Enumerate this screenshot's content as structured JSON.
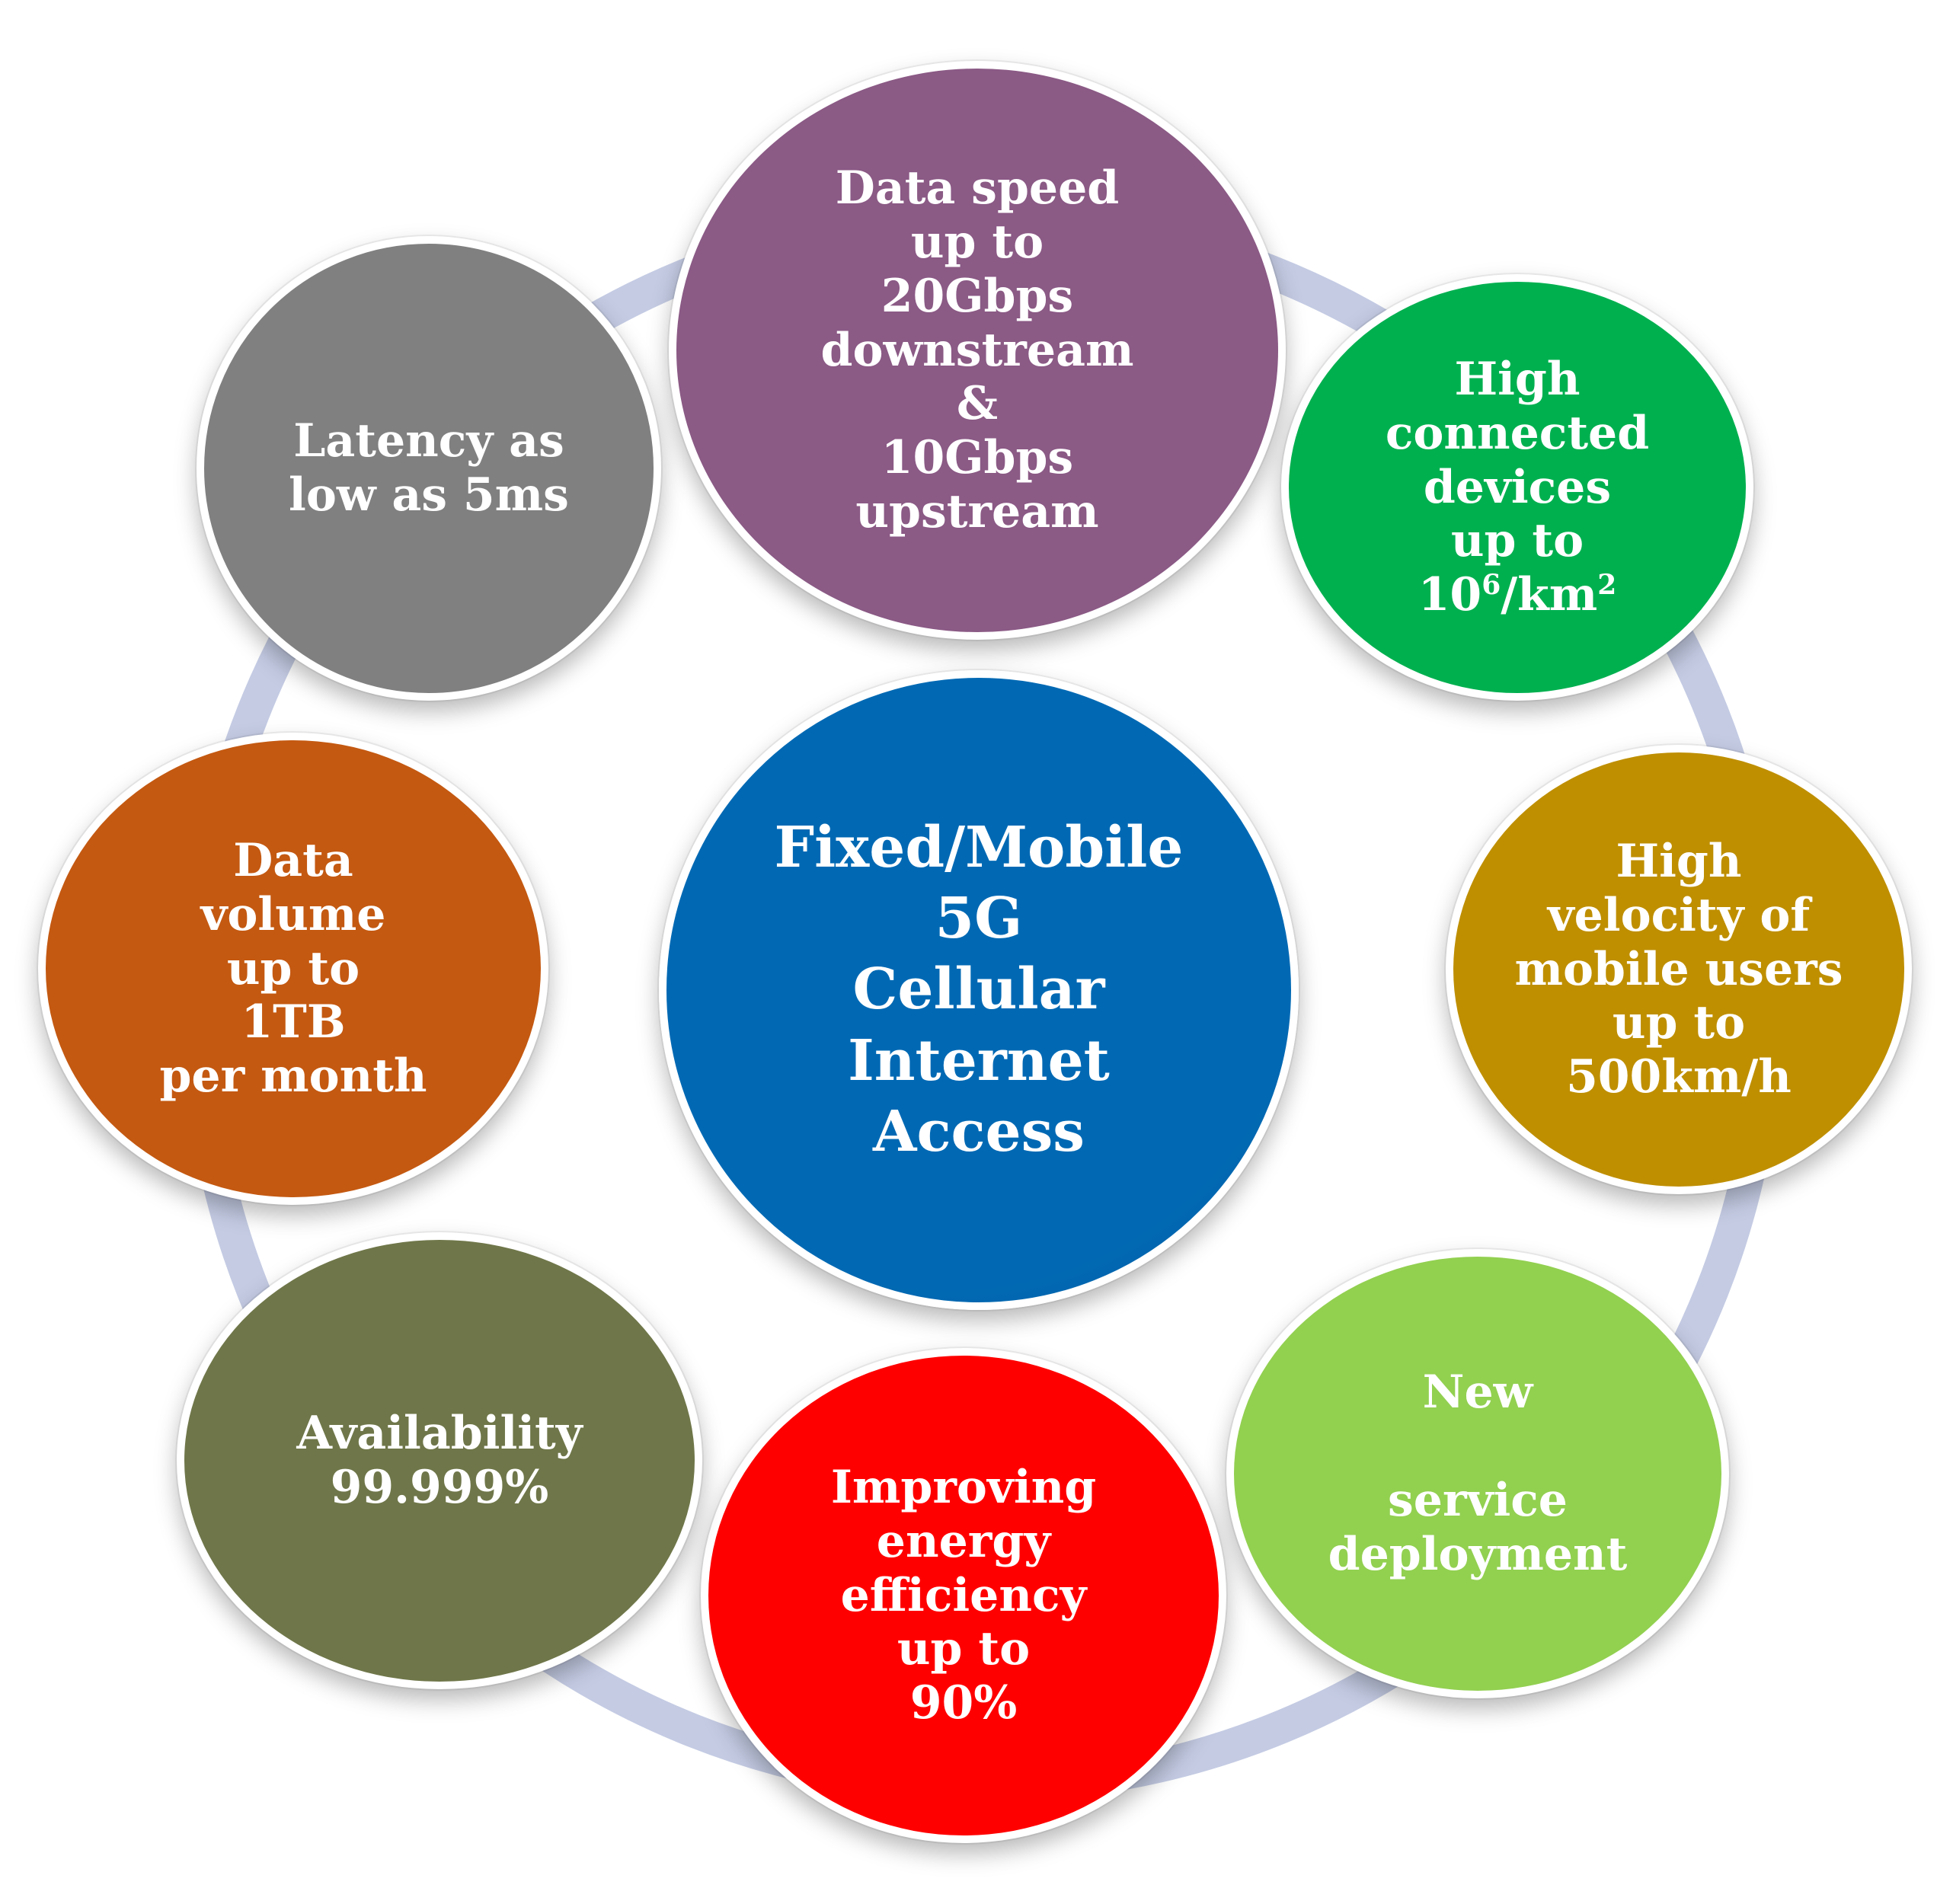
{
  "center": {
    "label": "Fixed/Mobile\n5G\nCellular\nInternet\nAccess",
    "color": "#0169b4"
  },
  "ring_color": "#c4cbe3",
  "nodes": [
    {
      "id": "data-speed",
      "label": "Data speed\nup to\n20Gbps\ndownstream\n&\n10Gbps\nupstream",
      "color": "#8b5a85"
    },
    {
      "id": "connected-devices",
      "label_parts": [
        "High\nconnected\ndevices\nup to\n10",
        "6",
        "/km",
        "2"
      ],
      "color": "#00b04f"
    },
    {
      "id": "mobile-velocity",
      "label": "High\nvelocity of\nmobile users\nup to\n500km/h",
      "color": "#bf8f00"
    },
    {
      "id": "service-deployment",
      "label": "New\n\nservice\ndeployment",
      "color": "#92d050"
    },
    {
      "id": "energy-efficiency",
      "label": "Improving\nenergy\nefficiency\nup to\n90%",
      "color": "#ff0000"
    },
    {
      "id": "availability",
      "label": "Availability\n99.999%",
      "color": "#6f7649"
    },
    {
      "id": "data-volume",
      "label": "Data\nvolume\nup to\n1TB\nper month",
      "color": "#c45911"
    },
    {
      "id": "latency",
      "label": "Latency      as\nlow as  5ms",
      "color": "#808080"
    }
  ]
}
